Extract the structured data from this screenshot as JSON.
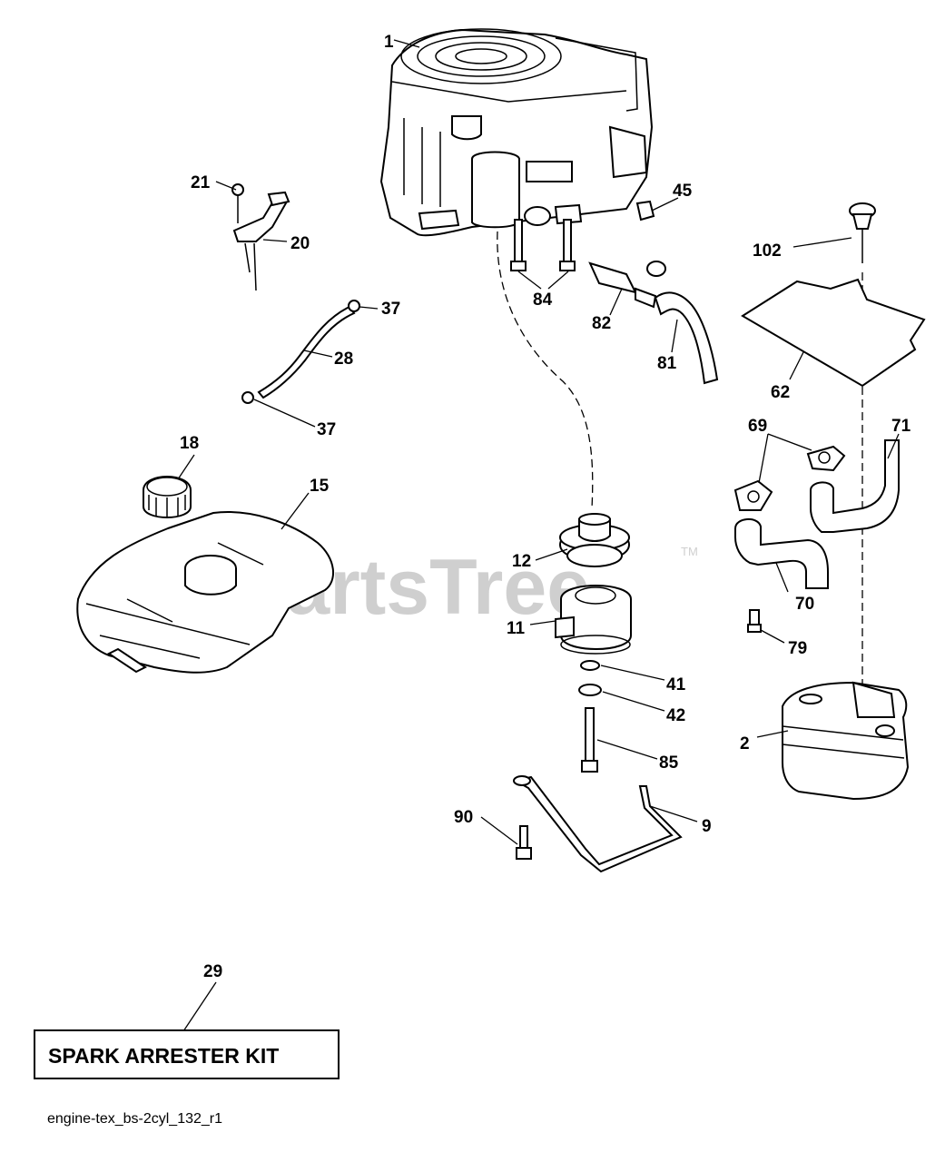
{
  "watermark": {
    "text": "PartsTree",
    "tm": "TM"
  },
  "callouts": {
    "c1": "1",
    "c2": "2",
    "c9": "9",
    "c11": "11",
    "c12": "12",
    "c15": "15",
    "c18": "18",
    "c20": "20",
    "c21": "21",
    "c28": "28",
    "c29": "29",
    "c37a": "37",
    "c37b": "37",
    "c41": "41",
    "c42": "42",
    "c45": "45",
    "c62": "62",
    "c69": "69",
    "c70": "70",
    "c71": "71",
    "c79": "79",
    "c81": "81",
    "c82": "82",
    "c84": "84",
    "c85": "85",
    "c90": "90",
    "c102": "102"
  },
  "kit_label": "SPARK ARRESTER KIT",
  "filename": "engine-tex_bs-2cyl_132_r1",
  "colors": {
    "line": "#000000",
    "background": "#ffffff",
    "watermark": "#cfcfcf"
  }
}
